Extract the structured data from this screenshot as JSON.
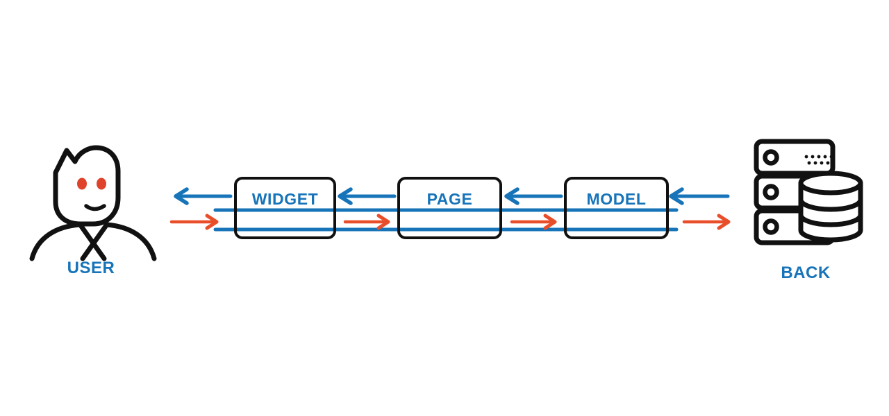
{
  "diagram": {
    "nodes": {
      "user": {
        "label": "USER",
        "type": "person-icon"
      },
      "widget": {
        "label": "WIDGET",
        "type": "box"
      },
      "page": {
        "label": "PAGE",
        "type": "box"
      },
      "model": {
        "label": "MODEL",
        "type": "box"
      },
      "back": {
        "label": "BACK",
        "type": "server-database-icon"
      }
    },
    "flows": {
      "backward": {
        "color": "#1774b9",
        "direction": "right-to-left",
        "description": "blue arrows from BACK through MODEL, PAGE, WIDGET toward USER"
      },
      "forward": {
        "color": "#e94e2a",
        "direction": "left-to-right",
        "description": "orange arrows from USER through box gaps toward BACK"
      }
    },
    "colors": {
      "accent_blue": "#1774b9",
      "accent_orange": "#e94e2a",
      "outline_black": "#111111",
      "background": "#ffffff"
    }
  }
}
